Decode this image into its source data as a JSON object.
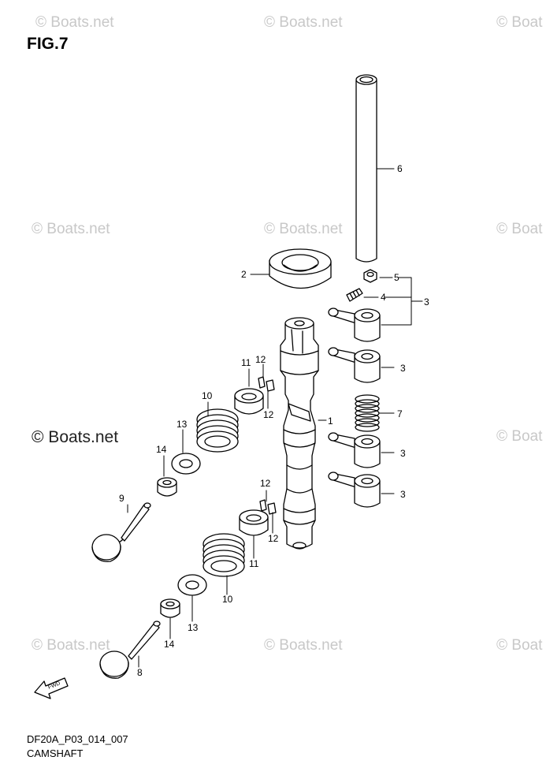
{
  "figure": {
    "title": "FIG.7",
    "code": "DF20A_P03_014_007",
    "caption": "CAMSHAFT"
  },
  "watermark": "© Boats.net",
  "watermark_partial": "© Boat",
  "fwd_label": "FWD",
  "callouts": [
    "1",
    "2",
    "3",
    "3",
    "3",
    "3",
    "4",
    "5",
    "6",
    "7",
    "8",
    "9",
    "10",
    "10",
    "11",
    "11",
    "12",
    "12",
    "12",
    "12",
    "13",
    "13",
    "14",
    "14"
  ]
}
